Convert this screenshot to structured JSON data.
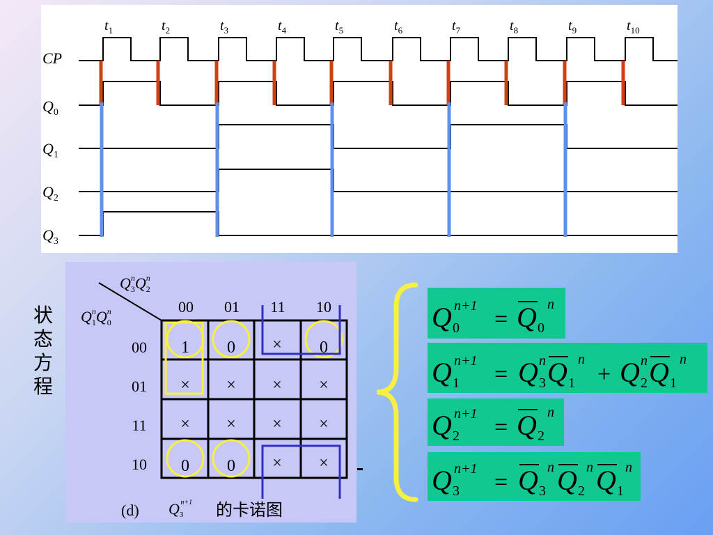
{
  "timing": {
    "time_labels": [
      {
        "t": "t",
        "sub": "1"
      },
      {
        "t": "t",
        "sub": "2"
      },
      {
        "t": "t",
        "sub": "3"
      },
      {
        "t": "t",
        "sub": "4"
      },
      {
        "t": "t",
        "sub": "5"
      },
      {
        "t": "t",
        "sub": "6"
      },
      {
        "t": "t",
        "sub": "7"
      },
      {
        "t": "t",
        "sub": "8"
      },
      {
        "t": "t",
        "sub": "9"
      },
      {
        "t": "t",
        "sub": "10"
      }
    ],
    "signals": [
      {
        "name": "CP",
        "sub": ""
      },
      {
        "name": "Q",
        "sub": "0"
      },
      {
        "name": "Q",
        "sub": "1"
      },
      {
        "name": "Q",
        "sub": "2"
      },
      {
        "name": "Q",
        "sub": "3"
      }
    ],
    "colors": {
      "edge_marker": "#d04010",
      "transition_marker": "#6090ee",
      "wave": "#000000"
    }
  },
  "side_title": [
    "状",
    "态",
    "方",
    "程"
  ],
  "kmap": {
    "corner_top": {
      "a": "Q",
      "a_sub": "3",
      "a_sup": "n",
      "b": "Q",
      "b_sub": "2",
      "b_sup": "n"
    },
    "corner_left": {
      "a": "Q",
      "a_sub": "1",
      "a_sup": "n",
      "b": "Q",
      "b_sub": "0",
      "b_sup": "n"
    },
    "col_headers": [
      "00",
      "01",
      "11",
      "10"
    ],
    "row_headers": [
      "00",
      "01",
      "11",
      "10"
    ],
    "cells": [
      [
        "1",
        "0",
        "×",
        "0"
      ],
      [
        "×",
        "×",
        "×",
        "×"
      ],
      [
        "×",
        "×",
        "×",
        "×"
      ],
      [
        "0",
        "0",
        "×",
        "×"
      ]
    ],
    "caption_prefix": "(d)",
    "caption_var": "Q",
    "caption_sub": "3",
    "caption_sup": "n+1",
    "caption_suffix": "的卡诺图",
    "colors": {
      "circle": "#f8f040",
      "group": "#3030c0",
      "background": "#c8c8f8"
    }
  },
  "equations_colors": {
    "box": "#10c890",
    "brace": "#f8f040"
  }
}
